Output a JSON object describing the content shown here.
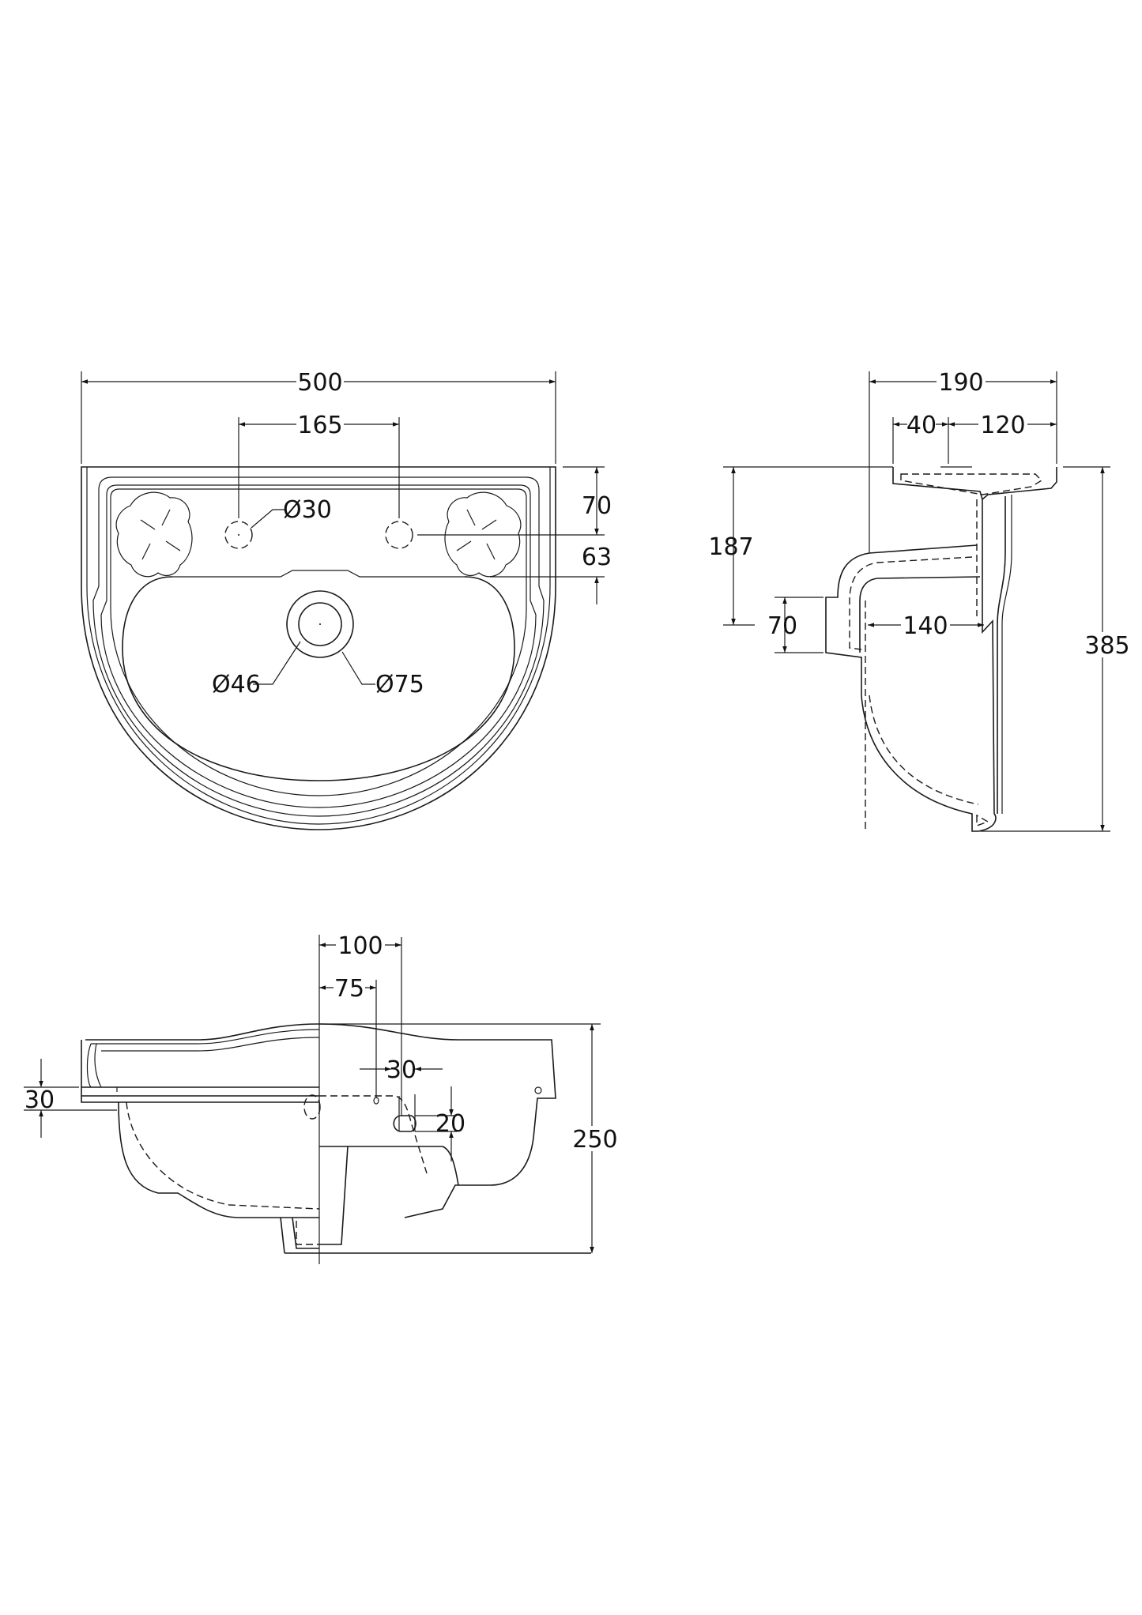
{
  "drawing": {
    "title": "Basin technical drawing",
    "colors": {
      "line": "#1a1a1a",
      "background": "#ffffff",
      "accent_mark": "#c000c0"
    },
    "plan_view": {
      "dims": {
        "overall_width": "500",
        "tap_centres": "165",
        "tap_hole_diameter": "Ø30",
        "back_to_tap_centre": "70",
        "tap_centre_to_bowl": "63",
        "waste_inner_diameter": "Ø46",
        "waste_outer_diameter": "Ø75"
      }
    },
    "side_view": {
      "dims": {
        "overall_depth": "190",
        "bracket_offset": "40",
        "front_projection": "120",
        "top_to_overflow": "187",
        "overflow_height": "70",
        "overflow_to_wall": "140",
        "overall_height": "385"
      }
    },
    "front_view": {
      "dims": {
        "centre_to_tap_outer": "100",
        "centre_to_overflow": "75",
        "tap_hole_width": "30",
        "overflow_slot_height": "20",
        "rim_thickness": "30",
        "overall_height": "250"
      }
    }
  }
}
